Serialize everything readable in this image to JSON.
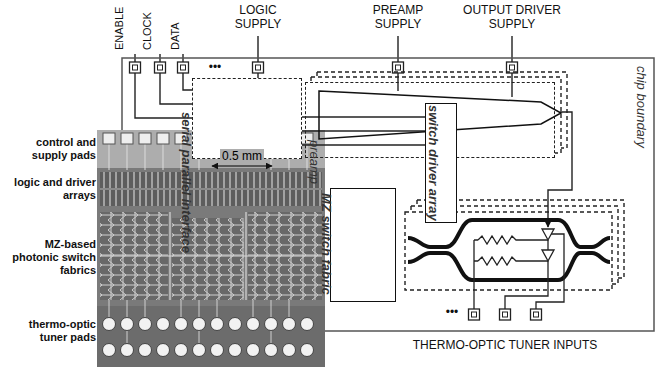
{
  "diagram": {
    "nodes": [
      {
        "text": [
          "chip boundary"
        ]
      },
      {
        "text": [
          "serial parallel interface"
        ],
        "in": 0
      },
      {
        "text": [
          "preamp",
          "output driver"
        ],
        "in": 0
      },
      {
        "text": [
          "switch driver array"
        ],
        "in": 2
      },
      {
        "text": [
          "MZ switch fabric"
        ],
        "in": 0
      }
    ],
    "edges": [
      {
        "from": 1,
        "to": 3,
        "arrow": "none"
      },
      {
        "from": 1,
        "to": 3,
        "arrow": "none"
      },
      {
        "from": 1,
        "to": 3,
        "arrow": "none"
      }
    ],
    "labels": [
      "ENABLE",
      "CLOCK",
      "DATA",
      "•••",
      "LOGIC SUPPLY",
      "PREAMP SUPPLY",
      "OUTPUT DRIVER SUPPLY",
      "control and supply pads",
      "logic and driver arrays",
      "MZ-based photonic switch fabrics",
      "thermo-optic tuner pads",
      "0.5 mm",
      "•••",
      "THERMO-OPTIC TUNER INPUTS"
    ]
  }
}
